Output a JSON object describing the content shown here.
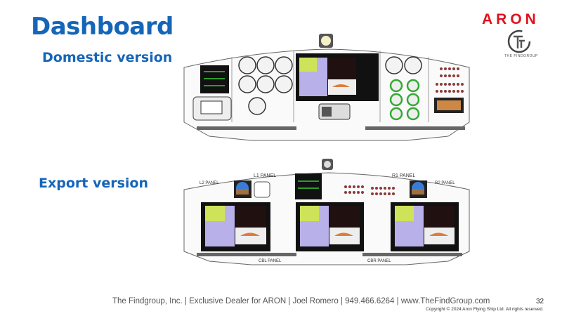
{
  "slide": {
    "title": "Dashboard",
    "domestic_label": "Domestic version",
    "export_label": "Export version",
    "page_number": "32"
  },
  "logos": {
    "brand": "ARON",
    "partner_mark": "TF",
    "partner_name": "THE FINDGROUP",
    "brand_color": "#e0121b"
  },
  "footer": {
    "text": "The Findgroup, Inc. | Exclusive Dealer for ARON |  Joel Romero  |  949.466.6264 | www.TheFindGroup.com",
    "copyright": "Copyright © 2024 Aron Flying Ship Ltd. All rights reserved."
  },
  "export_panel": {
    "labels": {
      "l1": "L1 PANEL",
      "l2": "L2 PANEL",
      "r1": "R1 PANEL",
      "r2": "R2 PANEL",
      "cbl": "CBL PANEL",
      "cbr": "CBR PANEL"
    }
  },
  "colors": {
    "title": "#1565b8"
  }
}
